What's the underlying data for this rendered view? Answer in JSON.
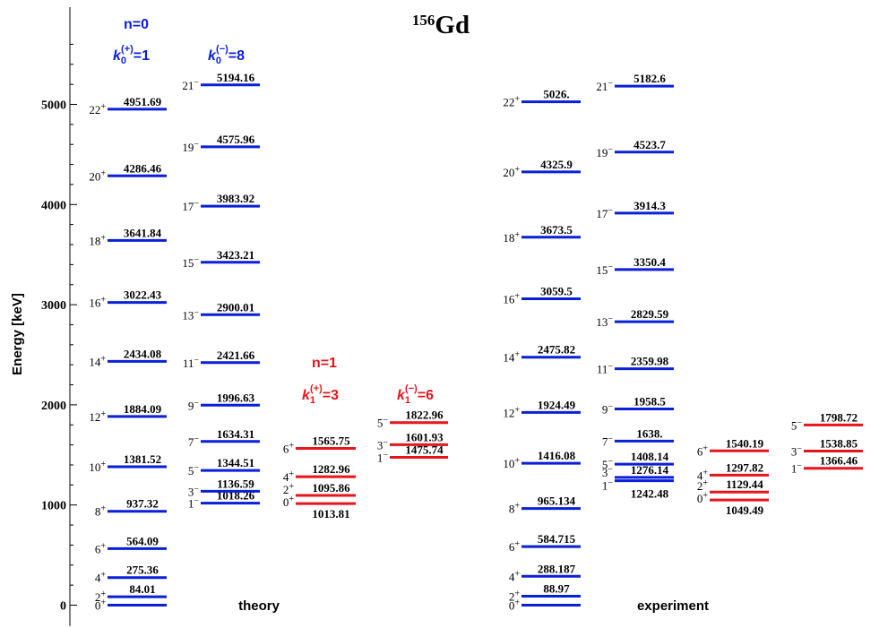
{
  "chart_data": {
    "type": "level_scheme",
    "title_mass": "156",
    "title_element": "Gd",
    "ylabel": "Energy [keV]",
    "ylim": [
      -30,
      5780
    ],
    "yticks": [
      0,
      1000,
      2000,
      3000,
      4000,
      5000
    ],
    "panels": [
      {
        "label": "theory"
      },
      {
        "label": "experiment"
      }
    ],
    "headers": [
      {
        "text": "n=0",
        "color": "#0a1fd8"
      },
      {
        "text": "n=1",
        "color": "#e8141c"
      }
    ],
    "band_labels": [
      {
        "k": "k",
        "sub": "0",
        "sup": "(+)",
        "eq": "=1",
        "color": "#0a1fd8"
      },
      {
        "k": "k",
        "sub": "0",
        "sup": "(−)",
        "eq": "=8",
        "color": "#0a1fd8"
      },
      {
        "k": "k",
        "sub": "1",
        "sup": "(+)",
        "eq": "=3",
        "color": "#e8141c"
      },
      {
        "k": "k",
        "sub": "1",
        "sup": "(−)",
        "eq": "=6",
        "color": "#e8141c"
      }
    ],
    "series": [
      {
        "name": "theory ground band",
        "color": "#0a1fd8",
        "levels": [
          {
            "energy": 0,
            "spin": "0",
            "parity": "+",
            "value": ""
          },
          {
            "energy": 84.01,
            "spin": "2",
            "parity": "+",
            "value": "84.01"
          },
          {
            "energy": 275.36,
            "spin": "4",
            "parity": "+",
            "value": "275.36"
          },
          {
            "energy": 564.09,
            "spin": "6",
            "parity": "+",
            "value": "564.09"
          },
          {
            "energy": 937.32,
            "spin": "8",
            "parity": "+",
            "value": "937.32"
          },
          {
            "energy": 1381.52,
            "spin": "10",
            "parity": "+",
            "value": "1381.52"
          },
          {
            "energy": 1884.09,
            "spin": "12",
            "parity": "+",
            "value": "1884.09"
          },
          {
            "energy": 2434.08,
            "spin": "14",
            "parity": "+",
            "value": "2434.08"
          },
          {
            "energy": 3022.43,
            "spin": "16",
            "parity": "+",
            "value": "3022.43"
          },
          {
            "energy": 3641.84,
            "spin": "18",
            "parity": "+",
            "value": "3641.84"
          },
          {
            "energy": 4286.46,
            "spin": "20",
            "parity": "+",
            "value": "4286.46"
          },
          {
            "energy": 4951.69,
            "spin": "22",
            "parity": "+",
            "value": "4951.69"
          }
        ]
      },
      {
        "name": "theory negative-parity band n=0",
        "color": "#0a1fd8",
        "levels": [
          {
            "energy": 1018.26,
            "spin": "1",
            "parity": "−",
            "value": "1018.26"
          },
          {
            "energy": 1136.59,
            "spin": "3",
            "parity": "−",
            "value": "1136.59"
          },
          {
            "energy": 1344.51,
            "spin": "5",
            "parity": "−",
            "value": "1344.51"
          },
          {
            "energy": 1634.31,
            "spin": "7",
            "parity": "−",
            "value": "1634.31"
          },
          {
            "energy": 1996.63,
            "spin": "9",
            "parity": "−",
            "value": "1996.63"
          },
          {
            "energy": 2421.66,
            "spin": "11",
            "parity": "−",
            "value": "2421.66"
          },
          {
            "energy": 2900.01,
            "spin": "13",
            "parity": "−",
            "value": "2900.01"
          },
          {
            "energy": 3423.21,
            "spin": "15",
            "parity": "−",
            "value": "3423.21"
          },
          {
            "energy": 3983.92,
            "spin": "17",
            "parity": "−",
            "value": "3983.92"
          },
          {
            "energy": 4575.96,
            "spin": "19",
            "parity": "−",
            "value": "4575.96"
          },
          {
            "energy": 5194.16,
            "spin": "21",
            "parity": "−",
            "value": "5194.16"
          }
        ]
      },
      {
        "name": "theory n=1 positive-parity band",
        "color": "#e8141c",
        "levels": [
          {
            "energy": 1013.81,
            "spin": "0",
            "parity": "+",
            "value": "1013.81"
          },
          {
            "energy": 1095.86,
            "spin": "2",
            "parity": "+",
            "value": "1095.86"
          },
          {
            "energy": 1282.96,
            "spin": "4",
            "parity": "+",
            "value": "1282.96"
          },
          {
            "energy": 1565.75,
            "spin": "6",
            "parity": "+",
            "value": "1565.75"
          }
        ]
      },
      {
        "name": "theory n=1 negative-parity band",
        "color": "#e8141c",
        "levels": [
          {
            "energy": 1475.74,
            "spin": "1",
            "parity": "−",
            "value": "1475.74"
          },
          {
            "energy": 1601.93,
            "spin": "3",
            "parity": "−",
            "value": "1601.93"
          },
          {
            "energy": 1822.96,
            "spin": "5",
            "parity": "−",
            "value": "1822.96"
          }
        ]
      },
      {
        "name": "experiment ground band",
        "color": "#0a1fd8",
        "levels": [
          {
            "energy": 0,
            "spin": "0",
            "parity": "+",
            "value": ""
          },
          {
            "energy": 88.97,
            "spin": "2",
            "parity": "+",
            "value": "88.97"
          },
          {
            "energy": 288.187,
            "spin": "4",
            "parity": "+",
            "value": "288.187"
          },
          {
            "energy": 584.715,
            "spin": "6",
            "parity": "+",
            "value": "584.715"
          },
          {
            "energy": 965.134,
            "spin": "8",
            "parity": "+",
            "value": "965.134"
          },
          {
            "energy": 1416.08,
            "spin": "10",
            "parity": "+",
            "value": "1416.08"
          },
          {
            "energy": 1924.49,
            "spin": "12",
            "parity": "+",
            "value": "1924.49"
          },
          {
            "energy": 2475.82,
            "spin": "14",
            "parity": "+",
            "value": "2475.82"
          },
          {
            "energy": 3059.5,
            "spin": "16",
            "parity": "+",
            "value": "3059.5"
          },
          {
            "energy": 3673.5,
            "spin": "18",
            "parity": "+",
            "value": "3673.5"
          },
          {
            "energy": 4325.9,
            "spin": "20",
            "parity": "+",
            "value": "4325.9"
          },
          {
            "energy": 5026,
            "spin": "22",
            "parity": "+",
            "value": "5026."
          }
        ]
      },
      {
        "name": "experiment negative-parity band n=0",
        "color": "#0a1fd8",
        "levels": [
          {
            "energy": 1242.48,
            "spin": "1",
            "parity": "−",
            "value": "1242.48"
          },
          {
            "energy": 1276.14,
            "spin": "3",
            "parity": "−",
            "value": "1276.14"
          },
          {
            "energy": 1408.14,
            "spin": "5",
            "parity": "−",
            "value": "1408.14"
          },
          {
            "energy": 1638,
            "spin": "7",
            "parity": "−",
            "value": "1638."
          },
          {
            "energy": 1958.5,
            "spin": "9",
            "parity": "−",
            "value": "1958.5"
          },
          {
            "energy": 2359.98,
            "spin": "11",
            "parity": "−",
            "value": "2359.98"
          },
          {
            "energy": 2829.59,
            "spin": "13",
            "parity": "−",
            "value": "2829.59"
          },
          {
            "energy": 3350.4,
            "spin": "15",
            "parity": "−",
            "value": "3350.4"
          },
          {
            "energy": 3914.3,
            "spin": "17",
            "parity": "−",
            "value": "3914.3"
          },
          {
            "energy": 4523.7,
            "spin": "19",
            "parity": "−",
            "value": "4523.7"
          },
          {
            "energy": 5182.6,
            "spin": "21",
            "parity": "−",
            "value": "5182.6"
          }
        ]
      },
      {
        "name": "experiment n=1 positive-parity band",
        "color": "#e8141c",
        "levels": [
          {
            "energy": 1049.49,
            "spin": "0",
            "parity": "+",
            "value": "1049.49"
          },
          {
            "energy": 1129.44,
            "spin": "2",
            "parity": "+",
            "value": "1129.44"
          },
          {
            "energy": 1297.82,
            "spin": "4",
            "parity": "+",
            "value": "1297.82"
          },
          {
            "energy": 1540.19,
            "spin": "6",
            "parity": "+",
            "value": "1540.19"
          }
        ]
      },
      {
        "name": "experiment n=1 negative-parity band",
        "color": "#e8141c",
        "levels": [
          {
            "energy": 1366.46,
            "spin": "1",
            "parity": "−",
            "value": "1366.46"
          },
          {
            "energy": 1538.85,
            "spin": "3",
            "parity": "−",
            "value": "1538.85"
          },
          {
            "energy": 1798.72,
            "spin": "5",
            "parity": "−",
            "value": "1798.72"
          }
        ]
      }
    ]
  }
}
